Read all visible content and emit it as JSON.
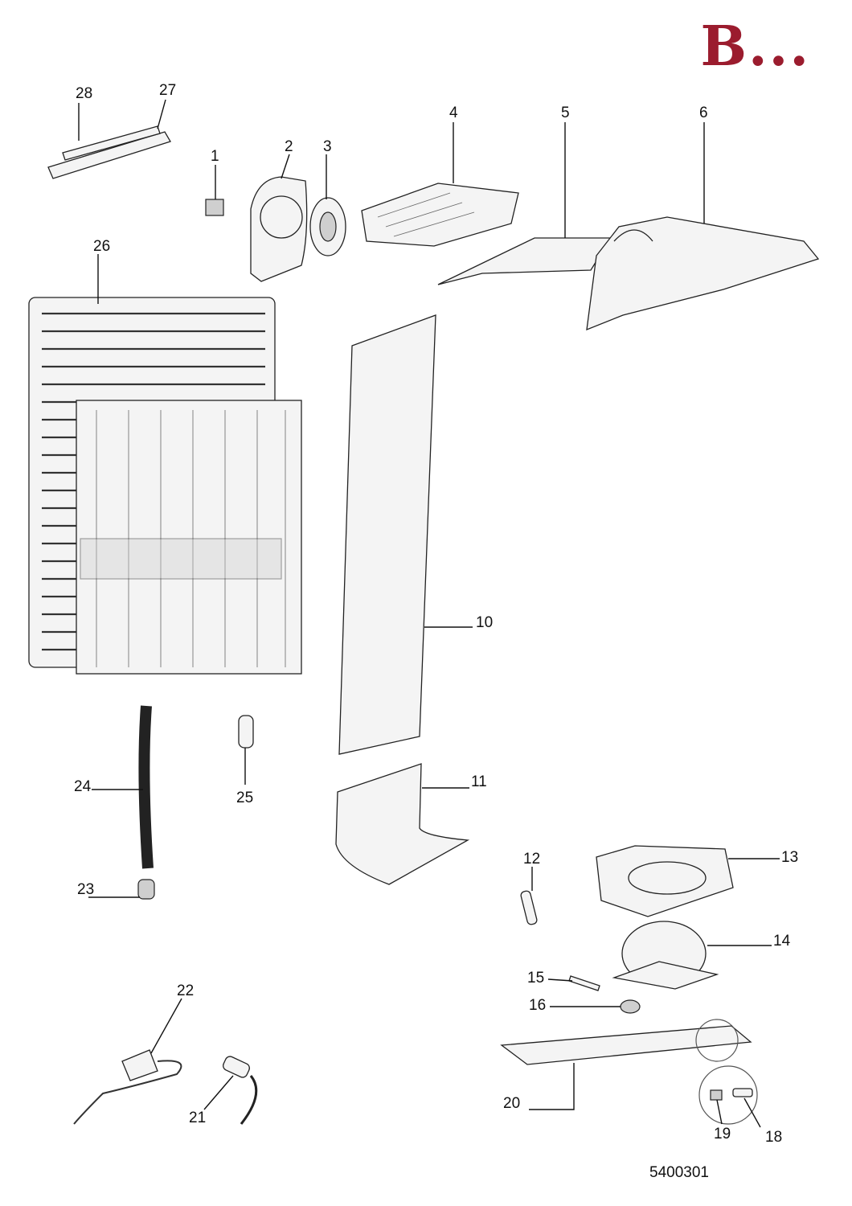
{
  "header": {
    "badge_text": "B...",
    "badge_color": "#9b1c2e"
  },
  "drawing_id": "5400301",
  "callouts": {
    "p1": "1",
    "p2": "2",
    "p3": "3",
    "p4": "4",
    "p5": "5",
    "p6": "6",
    "p10": "10",
    "p11": "11",
    "p12": "12",
    "p13": "13",
    "p14": "14",
    "p15": "15",
    "p16": "16",
    "p18": "18",
    "p19": "19",
    "p20": "20",
    "p21": "21",
    "p22": "22",
    "p23": "23",
    "p24": "24",
    "p25": "25",
    "p26": "26",
    "p27": "27",
    "p28": "28"
  }
}
